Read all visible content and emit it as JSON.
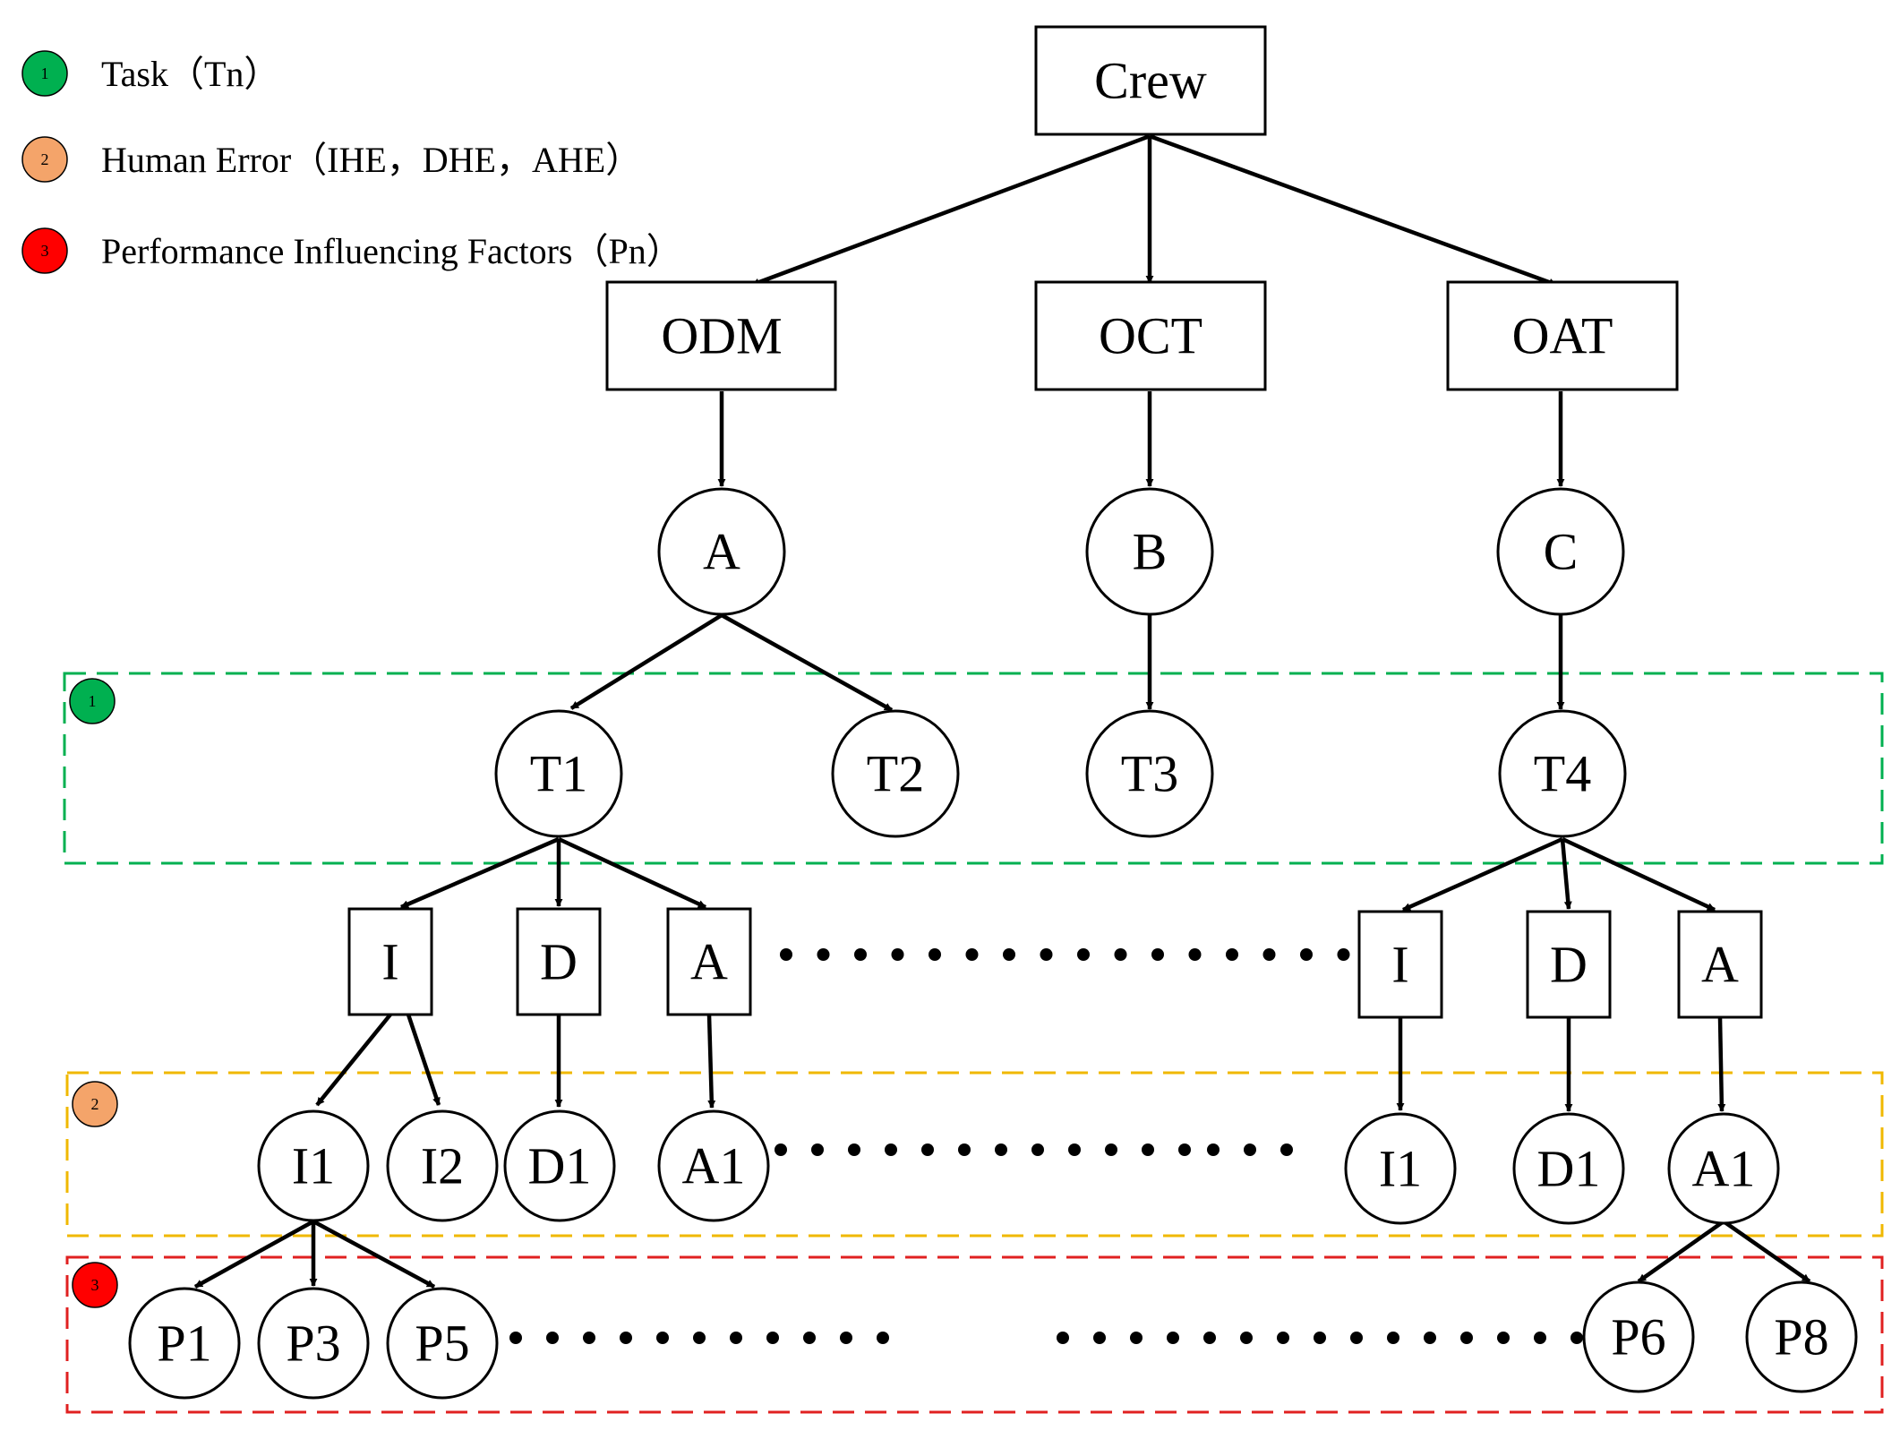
{
  "legend": [
    {
      "badge": "1",
      "label": "Task（Tn）",
      "color": "#00b050"
    },
    {
      "badge": "2",
      "label": "Human Error（IHE，DHE，AHE）",
      "color": "#f4a46a"
    },
    {
      "badge": "3",
      "label": "Performance Influencing Factors（Pn）",
      "color": "#ff0000"
    }
  ],
  "regions": [
    {
      "badge": "1",
      "color": "#00b050"
    },
    {
      "badge": "2",
      "color": "#f0b800"
    },
    {
      "badge": "3",
      "color": "#e02020"
    }
  ],
  "nodes": {
    "crew": "Crew",
    "odm": "ODM",
    "oct": "OCT",
    "oat": "OAT",
    "a": "A",
    "b": "B",
    "c": "C",
    "t1": "T1",
    "t2": "T2",
    "t3": "T3",
    "t4": "T4",
    "t1_i": "I",
    "t1_d": "D",
    "t1_a": "A",
    "t4_i": "I",
    "t4_d": "D",
    "t4_a": "A",
    "i1_left": "I1",
    "i2_left": "I2",
    "d1_left": "D1",
    "a1_left": "A1",
    "i1_right": "I1",
    "d1_right": "D1",
    "a1_right": "A1",
    "p1": "P1",
    "p3": "P3",
    "p5": "P5",
    "p6": "P6",
    "p8": "P8"
  }
}
